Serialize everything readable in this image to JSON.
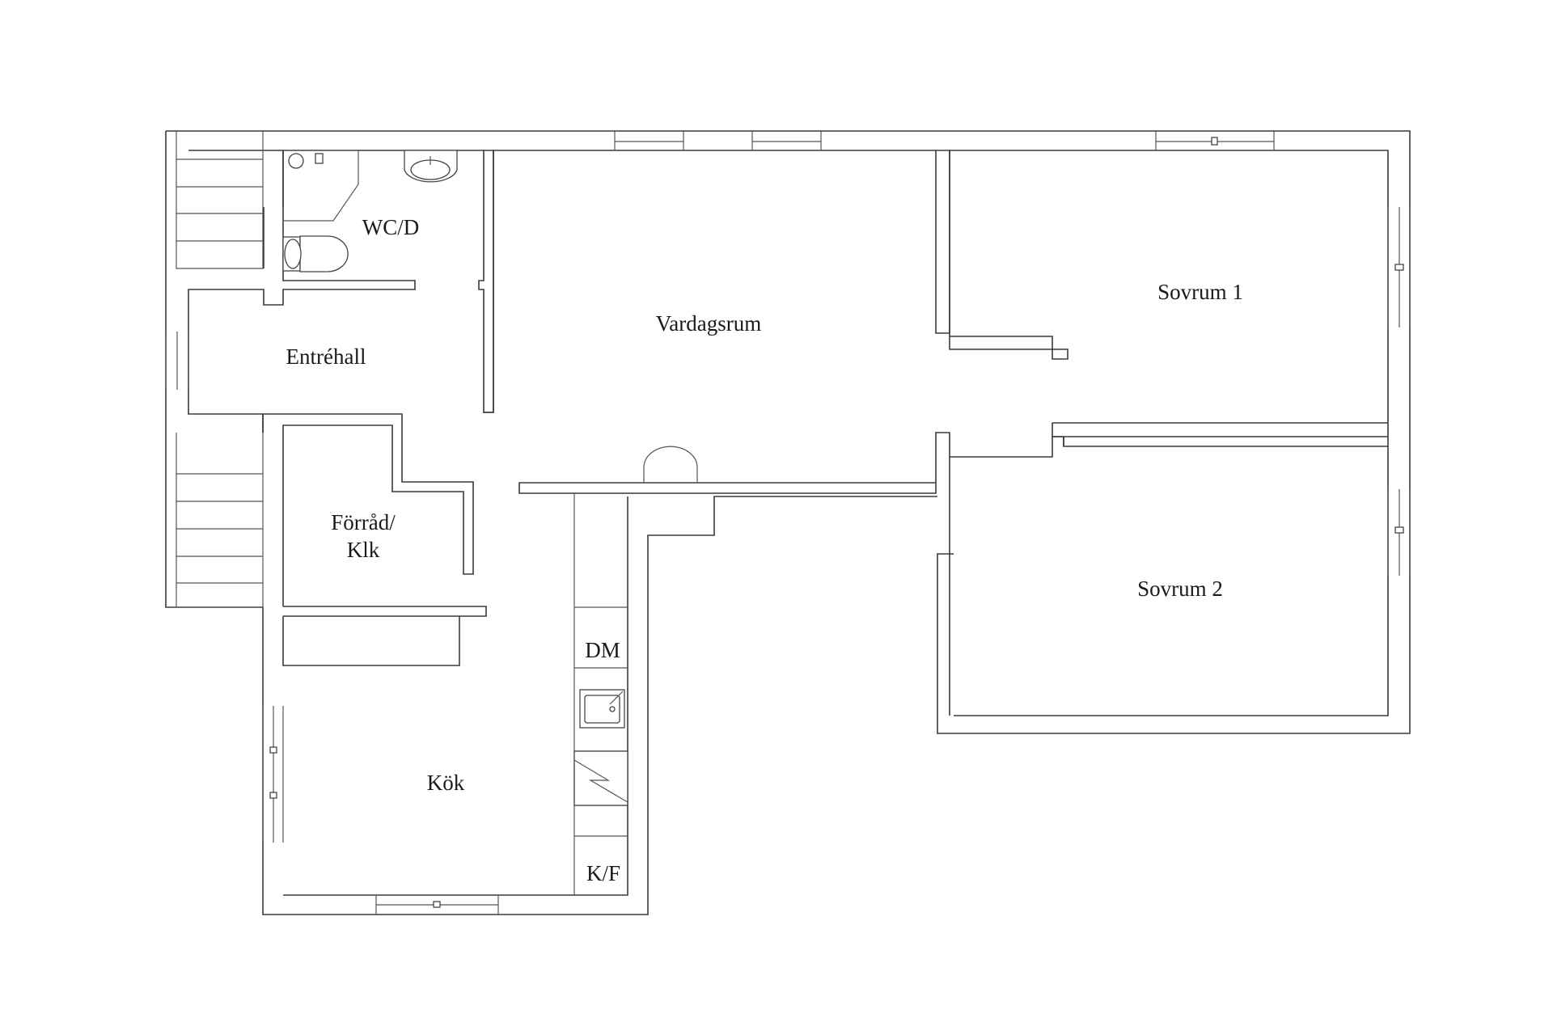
{
  "floor_plan": {
    "rooms": [
      {
        "id": "wc",
        "label": "WC/D"
      },
      {
        "id": "vardagsrum",
        "label": "Vardagsrum"
      },
      {
        "id": "sovrum1",
        "label": "Sovrum 1"
      },
      {
        "id": "entrehall",
        "label": "Entréhall"
      },
      {
        "id": "forrad",
        "label_line1": "Förråd/",
        "label_line2": "Klk"
      },
      {
        "id": "kok",
        "label": "Kök"
      },
      {
        "id": "sovrum2",
        "label": "Sovrum 2"
      }
    ],
    "appliances": {
      "dishwasher": "DM",
      "fridge_freezer": "K/F"
    },
    "colors": {
      "wall": "#3a3a3a",
      "background": "#ffffff"
    }
  }
}
